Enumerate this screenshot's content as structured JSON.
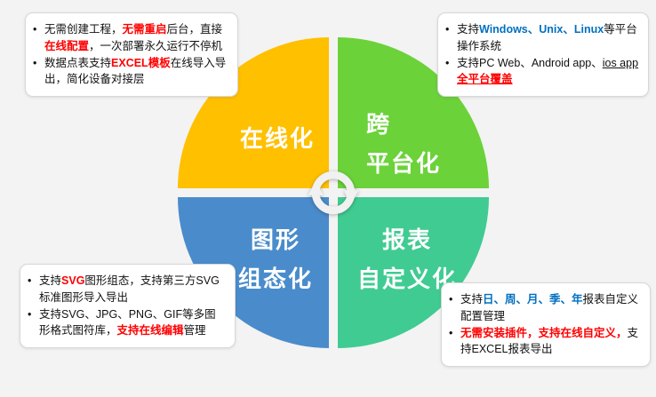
{
  "page": {
    "background": "#F3F3F3"
  },
  "colors": {
    "red_highlight": "#FF0000",
    "blue_highlight": "#0070C0",
    "quadrant_text": "#FFFFFF",
    "gold": "#FFC000",
    "green": "#6BD23A",
    "blue": "#4A8CCB",
    "teal": "#40CB92"
  },
  "diagram": {
    "center_icon": "sync-arrows-icon",
    "quadrants": [
      {
        "id": "online",
        "lines": [
          "在线化",
          ""
        ],
        "color": "#FFC000"
      },
      {
        "id": "cross-platform",
        "lines": [
          "跨",
          "平台化"
        ],
        "color": "#6BD23A"
      },
      {
        "id": "graphic-config",
        "lines": [
          "图形",
          "组态化"
        ],
        "color": "#4A8CCB"
      },
      {
        "id": "report-custom",
        "lines": [
          "报表",
          "自定义化"
        ],
        "color": "#40CB92"
      }
    ]
  },
  "callouts": {
    "top_left": {
      "bullets": [
        {
          "segments": [
            {
              "t": "无需创建工程，"
            },
            {
              "t": "无需重启",
              "c": "#FF0000",
              "b": true
            },
            {
              "t": "后台，直接"
            },
            {
              "t": "在线配置",
              "c": "#FF0000",
              "b": true
            },
            {
              "t": "，一次部署永久运行不停机"
            }
          ]
        },
        {
          "segments": [
            {
              "t": "数据点表支持"
            },
            {
              "t": "EXCEL模板",
              "c": "#FF0000",
              "b": true
            },
            {
              "t": "在线导入导出，简化设备对接层"
            }
          ]
        }
      ]
    },
    "top_right": {
      "bullets": [
        {
          "segments": [
            {
              "t": "支持"
            },
            {
              "t": "Windows、Unix、Linux",
              "c": "#0070C0",
              "b": true
            },
            {
              "t": "等平台操作系统"
            }
          ]
        },
        {
          "segments": [
            {
              "t": "支持PC Web、Android app、"
            },
            {
              "t": "ios app",
              "u": true
            },
            {
              "t": "全平台覆盖",
              "c": "#FF0000",
              "b": true,
              "u": true
            }
          ]
        }
      ]
    },
    "bottom_left": {
      "bullets": [
        {
          "segments": [
            {
              "t": "支持"
            },
            {
              "t": "SVG",
              "c": "#FF0000",
              "b": true
            },
            {
              "t": "图形组态，支持第三方SVG标准图形导入导出"
            }
          ]
        },
        {
          "segments": [
            {
              "t": "支持SVG、JPG、PNG、GIF等多图形格式图符库，"
            },
            {
              "t": "支持在线编辑",
              "c": "#FF0000",
              "b": true
            },
            {
              "t": "管理"
            }
          ]
        }
      ]
    },
    "bottom_right": {
      "bullets": [
        {
          "segments": [
            {
              "t": "支持"
            },
            {
              "t": "日、周、月、季、年",
              "c": "#0070C0",
              "b": true
            },
            {
              "t": "报表自定义配置管理"
            }
          ]
        },
        {
          "segments": [
            {
              "t": "无需安装插件，支持在线自定义，",
              "c": "#FF0000",
              "b": true
            },
            {
              "t": "支持EXCEL报表导出"
            }
          ]
        }
      ]
    }
  }
}
